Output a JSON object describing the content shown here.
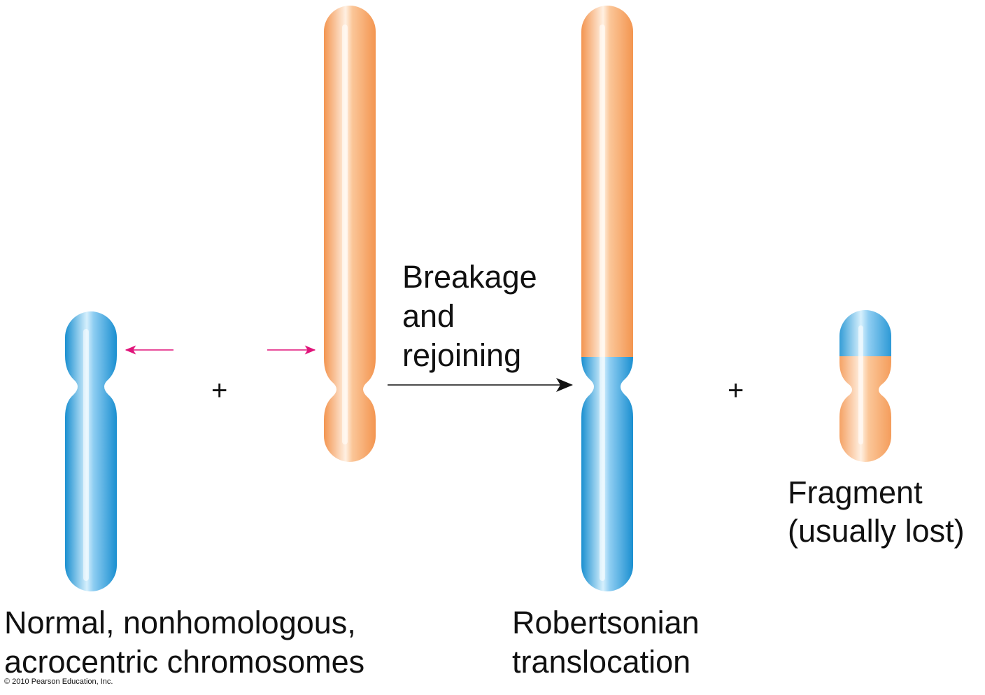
{
  "labels": {
    "process_line1": "Breakage",
    "process_line2": "and",
    "process_line3": "rejoining",
    "normal_line1": "Normal, nonhomologous,",
    "normal_line2": "acrocentric chromosomes",
    "robertsonian_line1": "Robertsonian",
    "robertsonian_line2": "translocation",
    "fragment_line1": "Fragment",
    "fragment_line2": "(usually lost)",
    "plus_symbol": "+",
    "copyright": "© 2010 Pearson Education, Inc."
  },
  "colors": {
    "blue": "#2b9fdc",
    "orange": "#f6a366",
    "arrow_magenta": "#e0147a",
    "arrow_black": "#111111"
  }
}
